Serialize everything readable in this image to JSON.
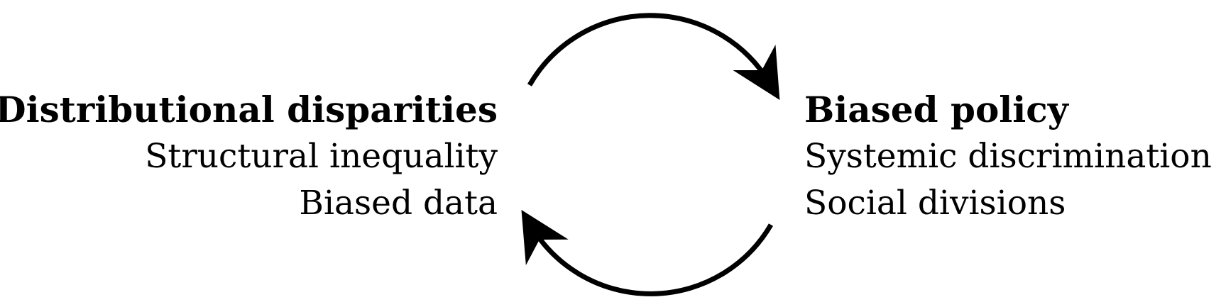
{
  "left_node": {
    "title": "Distributional disparities",
    "lines": [
      "Structural inequality",
      "Biased data"
    ]
  },
  "right_node": {
    "title": "Biased policy",
    "lines": [
      "Systemic discrimination",
      "Social divisions"
    ]
  },
  "colors": {
    "text": "#000000",
    "arrow": "#000000",
    "background": "#ffffff"
  }
}
